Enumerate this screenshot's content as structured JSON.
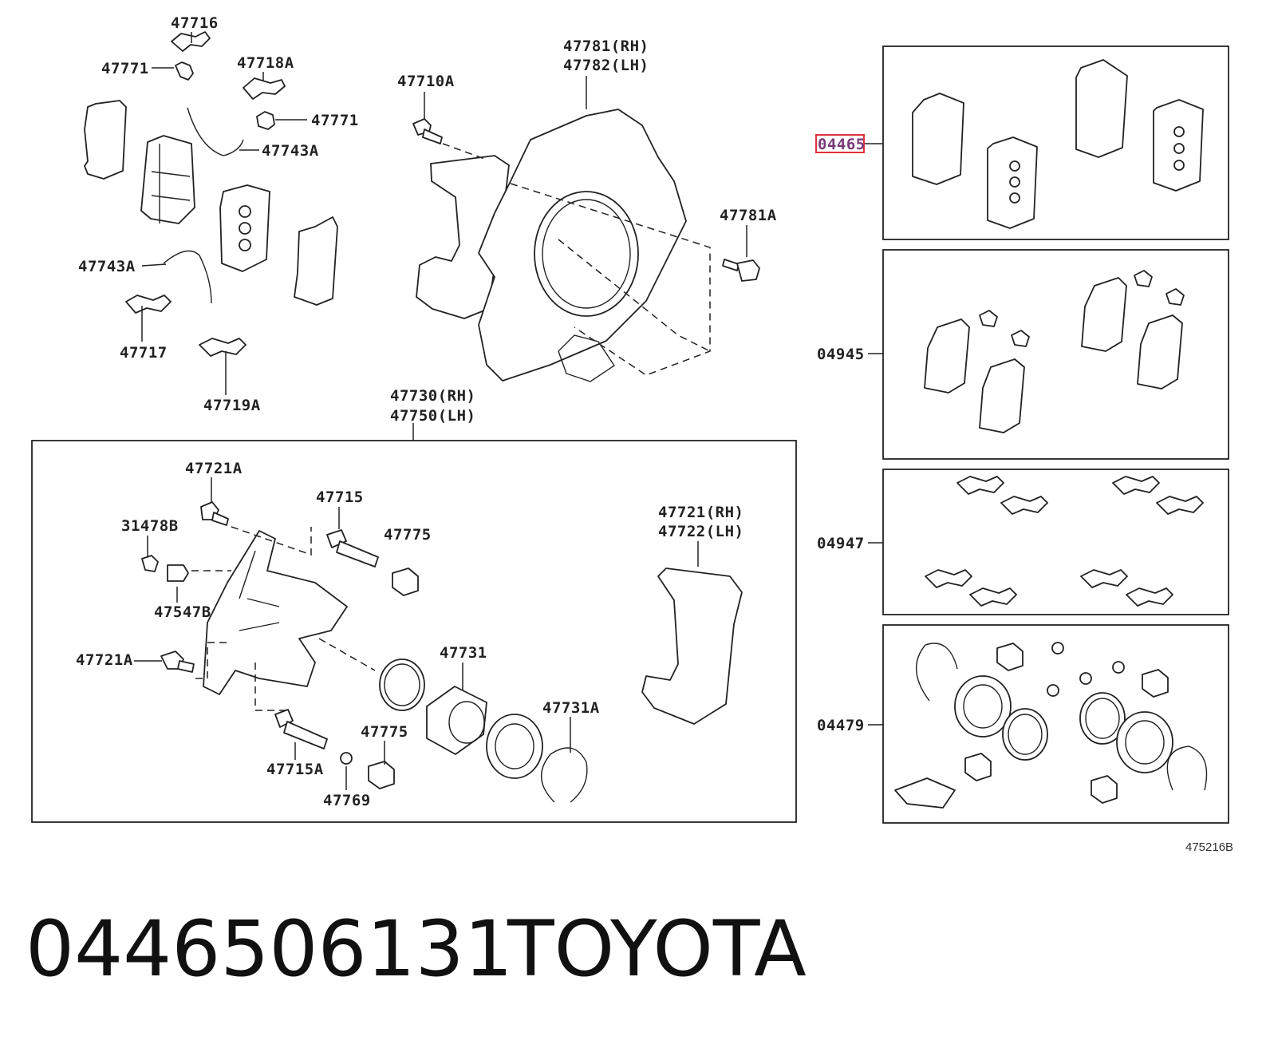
{
  "diagram_code": "475216B",
  "part_number": "0446506131",
  "brand": "TOYOTA",
  "highlight_color": "#e0303a",
  "labels": {
    "l47716": "47716",
    "l47771a": "47771",
    "l47718A": "47718A",
    "l47771b": "47771",
    "l47743Aa": "47743A",
    "l47743Ab": "47743A",
    "l47717": "47717",
    "l47719A": "47719A",
    "l47710A": "47710A",
    "l47781rh": "47781(RH)",
    "l47782lh": "47782(LH)",
    "l47781A": "47781A",
    "l47730rh": "47730(RH)",
    "l47750lh": "47750(LH)",
    "l47721Aa": "47721A",
    "l47715": "47715",
    "l31478B": "31478B",
    "l47775a": "47775",
    "l47547B": "47547B",
    "l47721Ab": "47721A",
    "l47731": "47731",
    "l47731A": "47731A",
    "l47775b": "47775",
    "l47715A": "47715A",
    "l47769": "47769",
    "l47721rh": "47721(RH)",
    "l47722lh": "47722(LH)",
    "l04465": "04465",
    "l04945": "04945",
    "l04947": "04947",
    "l04479": "04479"
  }
}
